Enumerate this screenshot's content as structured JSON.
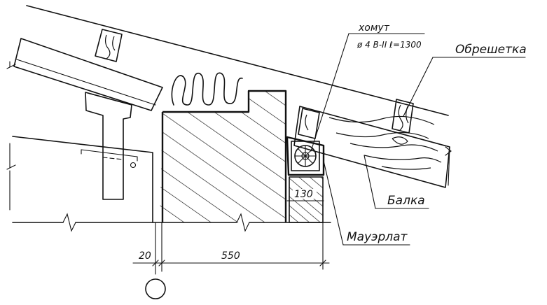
{
  "labels": {
    "clamp": "хомут",
    "clamp_spec": "ø 4 В-II ℓ=1300",
    "battens": "Обрешетка",
    "beam": "Балка",
    "wall_plate": "Мауэрлат"
  },
  "dimensions": {
    "plate_width": "130",
    "offset": "20",
    "wall_width": "550"
  }
}
